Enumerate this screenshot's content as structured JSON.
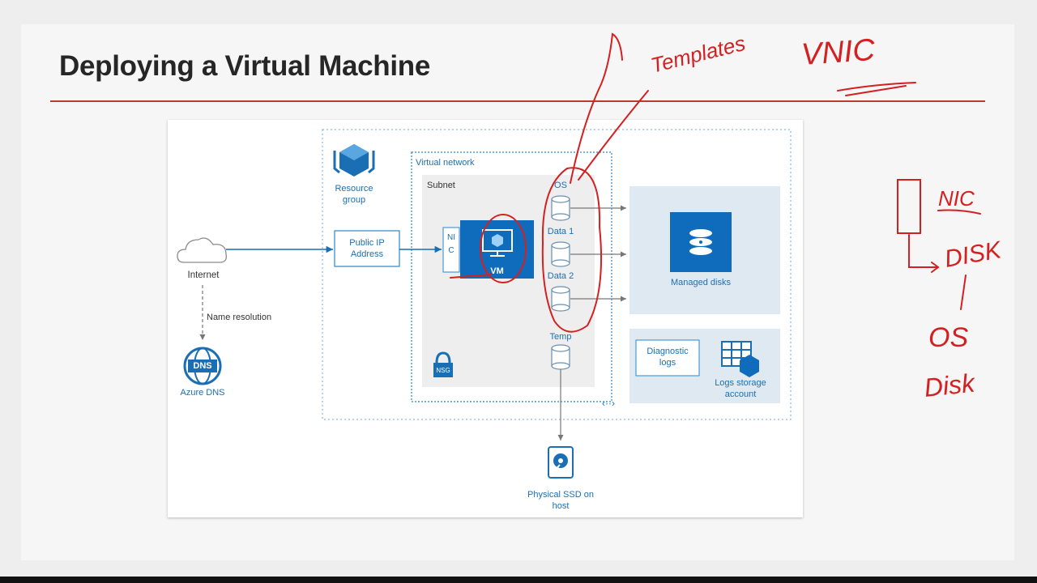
{
  "slide": {
    "title": "Deploying a Virtual Machine"
  },
  "diagram": {
    "internet": "Internet",
    "name_resolution": "Name resolution",
    "azure_dns": "Azure DNS",
    "dns_badge": "DNS",
    "resource_group": "Resource group",
    "public_ip": "Public IP Address",
    "virtual_network": "Virtual network",
    "subnet": "Subnet",
    "nic": "NIC",
    "vm": "VM",
    "nsg": "NSG",
    "disks": [
      "OS",
      "Data 1",
      "Data 2"
    ],
    "temp": "Temp",
    "managed_disks": "Managed disks",
    "diagnostic_logs": "Diagnostic logs",
    "logs_storage": "Logs storage account",
    "physical_ssd": "Physical SSD on host"
  },
  "annotations": {
    "templates": "Templates",
    "vnic": "VNIC",
    "nic": "NIC",
    "disk": "DISK",
    "os": "OS",
    "disk2": "Disk"
  },
  "colors": {
    "accent_red": "#c0392b",
    "azure_blue": "#0f6cbd",
    "ink_red": "#d42020"
  }
}
